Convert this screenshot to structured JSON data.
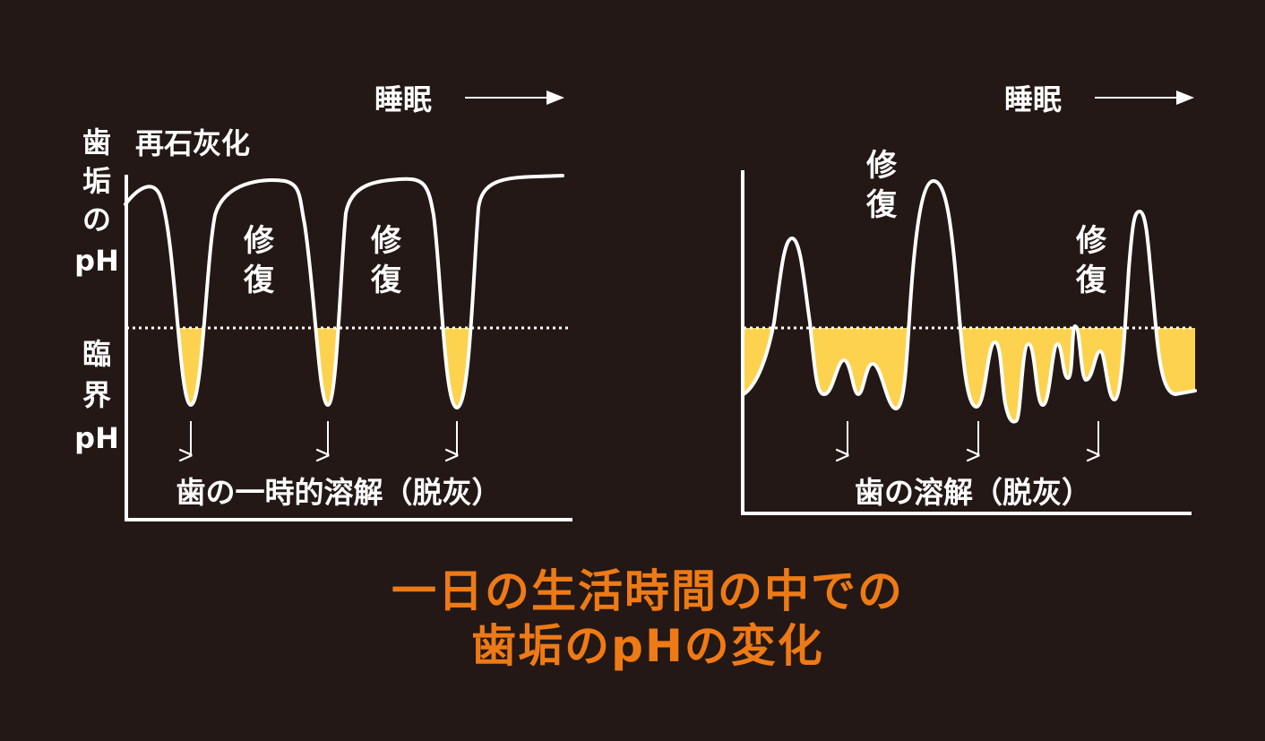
{
  "colors": {
    "background": "#231815",
    "line": "#ffffff",
    "fill": "#fdd24f",
    "title": "#ee7a16"
  },
  "labels": {
    "sleep": "睡眠",
    "remineralization": "再石灰化",
    "repair": "修復",
    "plaque_ph": "歯垢のpH",
    "plaque_ph_lines": [
      "歯",
      "垢",
      "の",
      "pH"
    ],
    "critical_ph": "臨界pH",
    "critical_ph_lines": [
      "臨",
      "界",
      "pH"
    ],
    "temporary_dissolution": "歯の一時的溶解（脱灰）",
    "dissolution": "歯の溶解（脱灰）"
  },
  "title": {
    "line1": "一日の生活時間の中での",
    "line2": "歯垢のpHの変化"
  }
}
